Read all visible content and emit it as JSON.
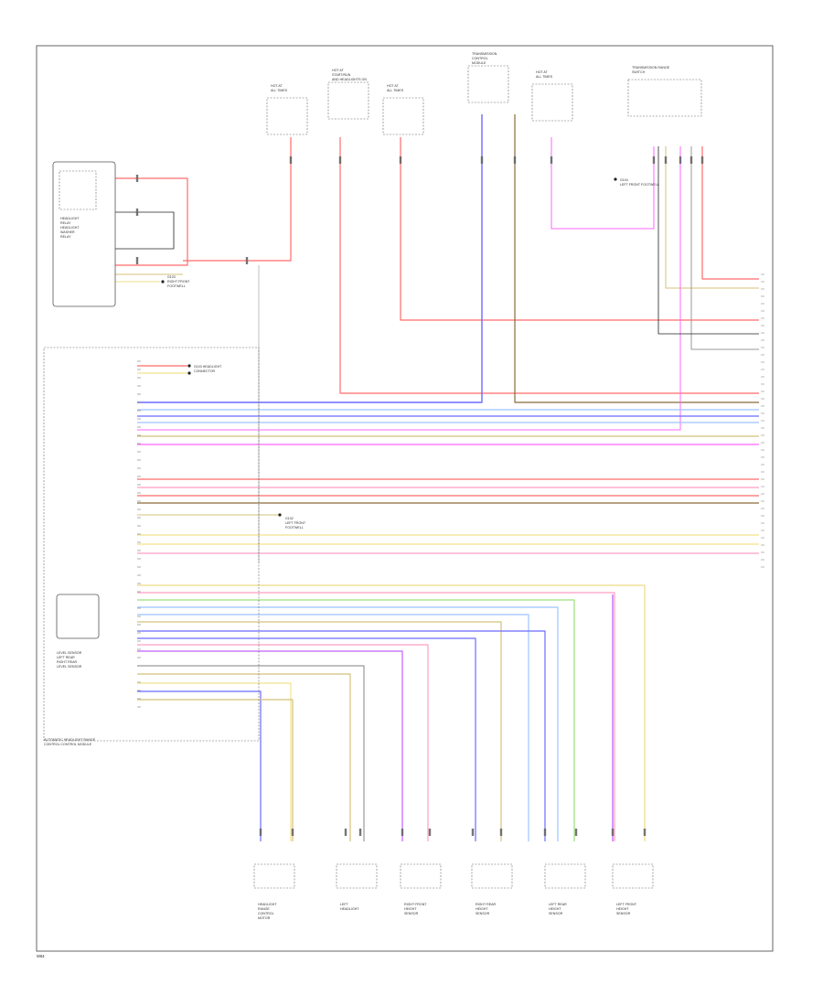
{
  "figure_code": "W64",
  "module_label": [
    "AUTOMATIC HEADLIGHT RANGE",
    "CONTROL CONTROL MODULE"
  ],
  "top_connectors": [
    {
      "id": "c1",
      "label": [
        "HOT AT",
        "ALL TIMES"
      ]
    },
    {
      "id": "c2",
      "label": [
        "HOT AT",
        "START/RUN",
        "AND HEADLIGHTS ON"
      ]
    },
    {
      "id": "c3",
      "label": [
        "HOT AT",
        "ALL TIMES"
      ]
    },
    {
      "id": "c4",
      "label": [
        "TRANSMISSION",
        "CONTROL",
        "MODULE"
      ]
    },
    {
      "id": "c5",
      "label": [
        "HOT AT",
        "ALL TIMES"
      ]
    },
    {
      "id": "c6",
      "label": [
        "TRANSMISSION RANGE",
        "SWITCH"
      ]
    }
  ],
  "side_components": [
    {
      "id": "relay",
      "label": [
        "HEADLIGHT",
        "RELAY",
        "",
        "HEADLIGHT",
        "WASHER",
        "RELAY"
      ]
    },
    {
      "id": "switch",
      "label": [
        "LEVEL SENSOR",
        "LEFT REAR",
        "",
        "RIGHT REAR",
        "LEVEL SENSOR"
      ]
    }
  ],
  "fuse_notes": [
    {
      "id": "n1",
      "text": [
        "G103",
        "RIGHT FRONT",
        "FOOTWELL"
      ]
    },
    {
      "id": "n2",
      "text": [
        "G104",
        "LEFT FRONT FOOTWELL"
      ]
    },
    {
      "id": "n3",
      "text": [
        "G102",
        "LEFT FRONT",
        "FOOTWELL"
      ]
    },
    {
      "id": "n4",
      "text": [
        "G103 HEADLIGHT",
        "CONNECTOR"
      ]
    }
  ],
  "bottom_sensors": [
    {
      "id": "s1",
      "label": [
        "HEADLIGHT",
        "RANGE",
        "CONTROL",
        "MOTOR"
      ]
    },
    {
      "id": "s2",
      "label": [
        "LEFT",
        "HEADLIGHT"
      ]
    },
    {
      "id": "s3",
      "label": [
        "RIGHT FRONT",
        "HEIGHT",
        "SENSOR"
      ]
    },
    {
      "id": "s4",
      "label": [
        "RIGHT REAR",
        "HEIGHT",
        "SENSOR"
      ]
    },
    {
      "id": "s5",
      "label": [
        "LEFT REAR",
        "HEIGHT",
        "SENSOR"
      ]
    },
    {
      "id": "s6",
      "label": [
        "LEFT FRONT",
        "HEIGHT",
        "SENSOR"
      ]
    }
  ],
  "colors": {
    "red": "#ff6b6b",
    "pink": "#ff9ec4",
    "blue": "#6b6bff",
    "lightblue": "#9cc3ff",
    "yellow": "#f2e28a",
    "tan": "#d4c07a",
    "violet": "#c060ff",
    "magenta": "#ff66ff",
    "green": "#9be07a",
    "brown": "#8a6a3a",
    "gray": "#999999",
    "black": "#222222"
  }
}
